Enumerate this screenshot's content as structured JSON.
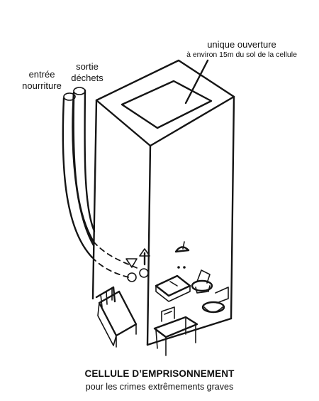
{
  "labels": {
    "entree_line1": "entrée",
    "entree_line2": "nourriture",
    "sortie_line1": "sortie",
    "sortie_line2": "déchets",
    "ouverture_line1": "unique ouverture",
    "ouverture_line2": "à environ 15m du sol de la cellule"
  },
  "caption": {
    "title": "CELLULE D’EMPRISONNEMENT",
    "subtitle": "pour les crimes extrêmements graves"
  },
  "colors": {
    "ink": "#151515",
    "background": "#ffffff"
  }
}
